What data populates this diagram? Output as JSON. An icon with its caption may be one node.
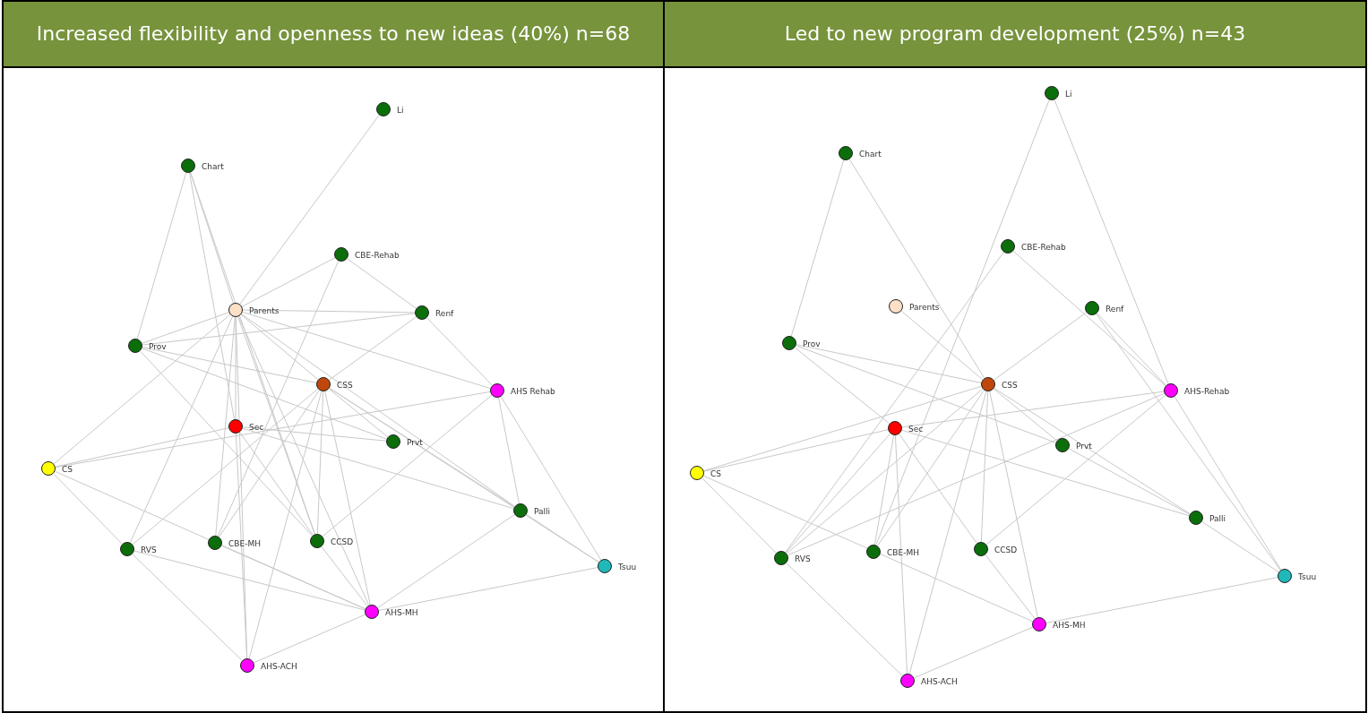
{
  "diagram": {
    "nodes": [
      {
        "text": [
          "Increased flexibility and openness to new ideas (40%) n=68"
        ]
      },
      {
        "text": [
          "Li"
        ],
        "in": 0
      },
      {
        "text": [
          "Chart"
        ],
        "in": 0
      },
      {
        "text": [
          "CBE-Rehab"
        ],
        "in": 0
      },
      {
        "text": [
          "Parents"
        ],
        "in": 0
      },
      {
        "text": [
          "Renf"
        ],
        "in": 0
      },
      {
        "text": [
          "Prov"
        ],
        "in": 0
      },
      {
        "text": [
          "CSS"
        ],
        "in": 0
      },
      {
        "text": [
          "AHS Rehab"
        ],
        "in": 0
      },
      {
        "text": [
          "Sec"
        ],
        "in": 0
      },
      {
        "text": [
          "Prvt"
        ],
        "in": 0
      },
      {
        "text": [
          "CS"
        ],
        "in": 0
      },
      {
        "text": [
          "Palli"
        ],
        "in": 0
      },
      {
        "text": [
          "RVS"
        ],
        "in": 0
      },
      {
        "text": [
          "CBE-MH"
        ],
        "in": 0
      },
      {
        "text": [
          "CCSD"
        ],
        "in": 0
      },
      {
        "text": [
          "Tsuu"
        ],
        "in": 0
      },
      {
        "text": [
          "AHS-MH"
        ],
        "in": 0
      },
      {
        "text": [
          "AHS-ACH"
        ],
        "in": 0
      },
      {
        "text": [
          "Led to new program development (25%) n=43"
        ]
      },
      {
        "text": [
          "Li"
        ],
        "in": 19
      },
      {
        "text": [
          "Chart"
        ],
        "in": 19
      },
      {
        "text": [
          "CBE-Rehab"
        ],
        "in": 19
      },
      {
        "text": [
          "Parents"
        ],
        "in": 19
      },
      {
        "text": [
          "Renf"
        ],
        "in": 19
      },
      {
        "text": [
          "Prov"
        ],
        "in": 19
      },
      {
        "text": [
          "CSS"
        ],
        "in": 19
      },
      {
        "text": [
          "AHS-Rehab"
        ],
        "in": 19
      },
      {
        "text": [
          "Sec"
        ],
        "in": 19
      },
      {
        "text": [
          "Prvt"
        ],
        "in": 19
      },
      {
        "text": [
          "CS"
        ],
        "in": 19
      },
      {
        "text": [
          "Palli"
        ],
        "in": 19
      },
      {
        "text": [
          "RVS"
        ],
        "in": 19
      },
      {
        "text": [
          "CBE-MH"
        ],
        "in": 19
      },
      {
        "text": [
          "CCSD"
        ],
        "in": 19
      },
      {
        "text": [
          "Tsuu"
        ],
        "in": 19
      },
      {
        "text": [
          "AHS-MH"
        ],
        "in": 19
      },
      {
        "text": [
          "AHS-ACH"
        ],
        "in": 19
      }
    ],
    "edges": [
      {
        "from": 1,
        "to": 4,
        "arrow": "none"
      },
      {
        "from": 2,
        "to": 6,
        "arrow": "none"
      },
      {
        "from": 2,
        "to": 4,
        "arrow": "none"
      },
      {
        "from": 2,
        "to": 9,
        "arrow": "none"
      },
      {
        "from": 2,
        "to": 15,
        "arrow": "none"
      },
      {
        "from": 3,
        "to": 4,
        "arrow": "none"
      },
      {
        "from": 3,
        "to": 5,
        "arrow": "none"
      },
      {
        "from": 3,
        "to": 14,
        "arrow": "none"
      },
      {
        "from": 4,
        "to": 5,
        "arrow": "none"
      },
      {
        "from": 4,
        "to": 6,
        "arrow": "none"
      },
      {
        "from": 4,
        "to": 11,
        "arrow": "none"
      },
      {
        "from": 4,
        "to": 9,
        "arrow": "none"
      },
      {
        "from": 4,
        "to": 14,
        "arrow": "none"
      },
      {
        "from": 4,
        "to": 18,
        "arrow": "none"
      },
      {
        "from": 4,
        "to": 15,
        "arrow": "none"
      },
      {
        "from": 4,
        "to": 17,
        "arrow": "none"
      },
      {
        "from": 4,
        "to": 12,
        "arrow": "none"
      },
      {
        "from": 4,
        "to": 8,
        "arrow": "none"
      },
      {
        "from": 4,
        "to": 7,
        "arrow": "none"
      },
      {
        "from": 4,
        "to": 13,
        "arrow": "none"
      },
      {
        "from": 6,
        "to": 5,
        "arrow": "none"
      },
      {
        "from": 6,
        "to": 7,
        "arrow": "none"
      },
      {
        "from": 6,
        "to": 10,
        "arrow": "none"
      },
      {
        "from": 6,
        "to": 15,
        "arrow": "none"
      },
      {
        "from": 5,
        "to": 7,
        "arrow": "none"
      },
      {
        "from": 5,
        "to": 8,
        "arrow": "none"
      },
      {
        "from": 9,
        "to": 11,
        "arrow": "none"
      },
      {
        "from": 11,
        "to": 8,
        "arrow": "none"
      },
      {
        "from": 11,
        "to": 13,
        "arrow": "none"
      },
      {
        "from": 11,
        "to": 17,
        "arrow": "none"
      },
      {
        "from": 7,
        "to": 13,
        "arrow": "none"
      },
      {
        "from": 7,
        "to": 14,
        "arrow": "none"
      },
      {
        "from": 7,
        "to": 18,
        "arrow": "none"
      },
      {
        "from": 7,
        "to": 17,
        "arrow": "none"
      },
      {
        "from": 7,
        "to": 15,
        "arrow": "none"
      },
      {
        "from": 7,
        "to": 12,
        "arrow": "none"
      },
      {
        "from": 7,
        "to": 16,
        "arrow": "none"
      },
      {
        "from": 7,
        "to": 10,
        "arrow": "none"
      },
      {
        "from": 9,
        "to": 10,
        "arrow": "none"
      },
      {
        "from": 9,
        "to": 12,
        "arrow": "none"
      },
      {
        "from": 9,
        "to": 15,
        "arrow": "none"
      },
      {
        "from": 9,
        "to": 18,
        "arrow": "none"
      },
      {
        "from": 8,
        "to": 12,
        "arrow": "none"
      },
      {
        "from": 8,
        "to": 16,
        "arrow": "none"
      },
      {
        "from": 8,
        "to": 15,
        "arrow": "none"
      },
      {
        "from": 12,
        "to": 16,
        "arrow": "none"
      },
      {
        "from": 12,
        "to": 17,
        "arrow": "none"
      },
      {
        "from": 13,
        "to": 18,
        "arrow": "none"
      },
      {
        "from": 13,
        "to": 17,
        "arrow": "none"
      },
      {
        "from": 14,
        "to": 17,
        "arrow": "none"
      },
      {
        "from": 15,
        "to": 17,
        "arrow": "none"
      },
      {
        "from": 16,
        "to": 17,
        "arrow": "none"
      },
      {
        "from": 18,
        "to": 17,
        "arrow": "none"
      },
      {
        "from": 20,
        "to": 33,
        "arrow": "none"
      },
      {
        "from": 20,
        "to": 27,
        "arrow": "none"
      },
      {
        "from": 21,
        "to": 25,
        "arrow": "none"
      },
      {
        "from": 21,
        "to": 26,
        "arrow": "none"
      },
      {
        "from": 22,
        "to": 27,
        "arrow": "none"
      },
      {
        "from": 22,
        "to": 32,
        "arrow": "none"
      },
      {
        "from": 23,
        "to": 26,
        "arrow": "none"
      },
      {
        "from": 24,
        "to": 26,
        "arrow": "none"
      },
      {
        "from": 24,
        "to": 27,
        "arrow": "none"
      },
      {
        "from": 24,
        "to": 35,
        "arrow": "none"
      },
      {
        "from": 25,
        "to": 26,
        "arrow": "none"
      },
      {
        "from": 25,
        "to": 29,
        "arrow": "none"
      },
      {
        "from": 25,
        "to": 28,
        "arrow": "none"
      },
      {
        "from": 26,
        "to": 30,
        "arrow": "none"
      },
      {
        "from": 26,
        "to": 32,
        "arrow": "none"
      },
      {
        "from": 26,
        "to": 33,
        "arrow": "none"
      },
      {
        "from": 26,
        "to": 37,
        "arrow": "none"
      },
      {
        "from": 26,
        "to": 34,
        "arrow": "none"
      },
      {
        "from": 26,
        "to": 36,
        "arrow": "none"
      },
      {
        "from": 26,
        "to": 31,
        "arrow": "none"
      },
      {
        "from": 26,
        "to": 29,
        "arrow": "none"
      },
      {
        "from": 28,
        "to": 30,
        "arrow": "none"
      },
      {
        "from": 28,
        "to": 27,
        "arrow": "none"
      },
      {
        "from": 28,
        "to": 32,
        "arrow": "none"
      },
      {
        "from": 28,
        "to": 33,
        "arrow": "none"
      },
      {
        "from": 28,
        "to": 37,
        "arrow": "none"
      },
      {
        "from": 28,
        "to": 34,
        "arrow": "none"
      },
      {
        "from": 28,
        "to": 31,
        "arrow": "none"
      },
      {
        "from": 30,
        "to": 32,
        "arrow": "none"
      },
      {
        "from": 30,
        "to": 36,
        "arrow": "none"
      },
      {
        "from": 27,
        "to": 32,
        "arrow": "none"
      },
      {
        "from": 27,
        "to": 34,
        "arrow": "none"
      },
      {
        "from": 27,
        "to": 35,
        "arrow": "none"
      },
      {
        "from": 29,
        "to": 31,
        "arrow": "none"
      },
      {
        "from": 31,
        "to": 35,
        "arrow": "none"
      },
      {
        "from": 32,
        "to": 37,
        "arrow": "none"
      },
      {
        "from": 34,
        "to": 36,
        "arrow": "none"
      },
      {
        "from": 36,
        "to": 35,
        "arrow": "none"
      },
      {
        "from": 37,
        "to": 36,
        "arrow": "none"
      }
    ]
  }
}
